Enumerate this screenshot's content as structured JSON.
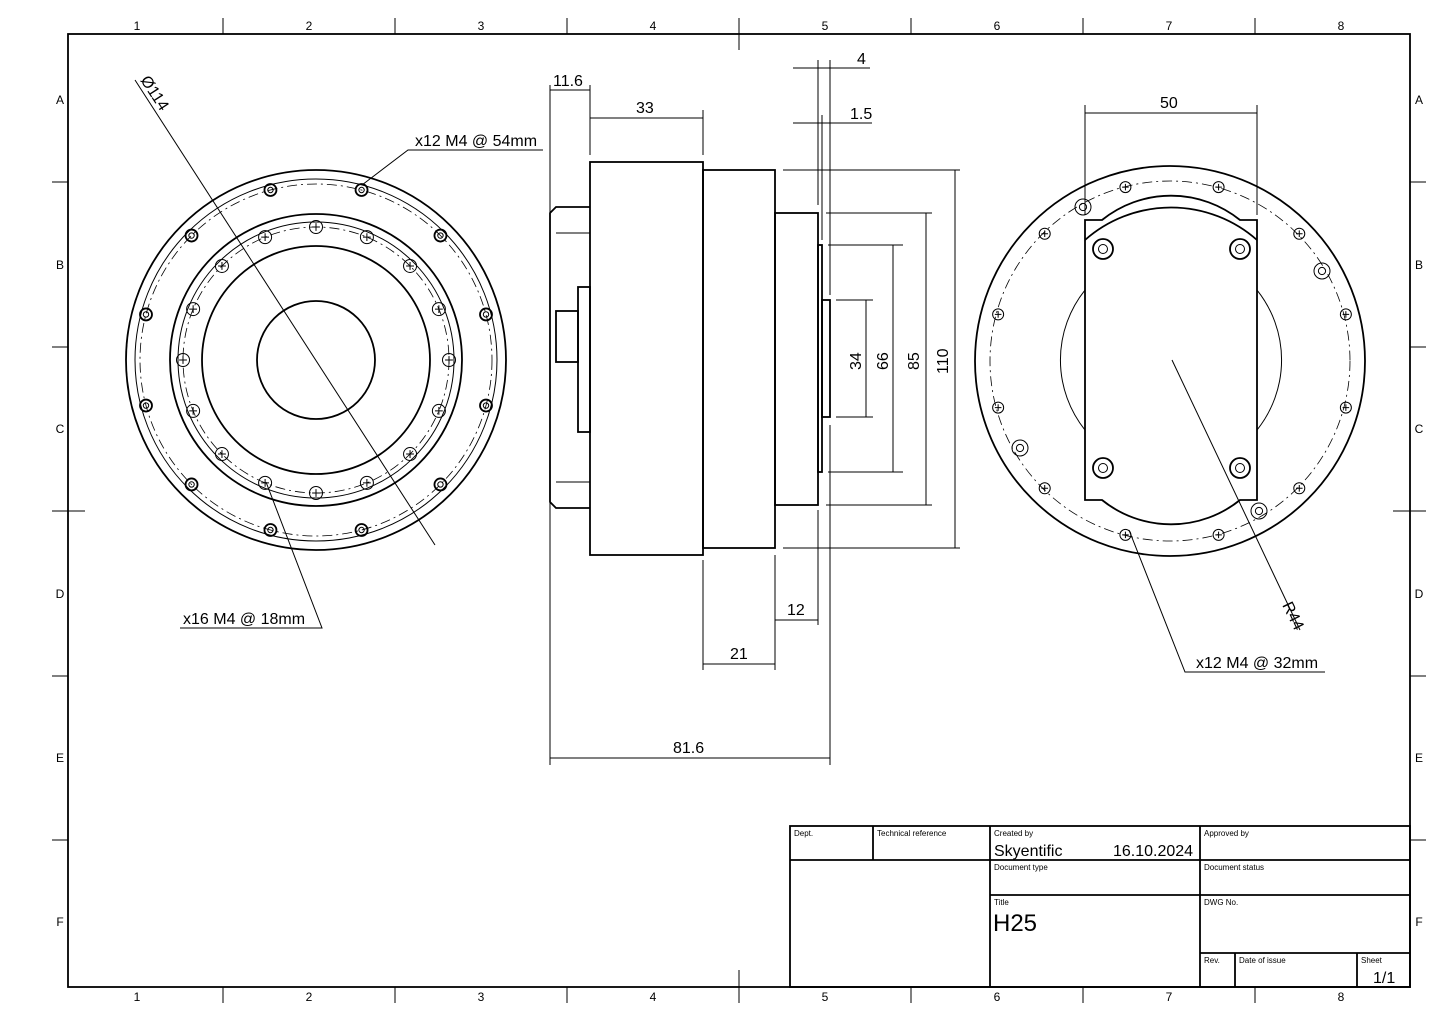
{
  "grid": {
    "columns": [
      "1",
      "2",
      "3",
      "4",
      "5",
      "6",
      "7",
      "8"
    ],
    "rows": [
      "A",
      "B",
      "C",
      "D",
      "E",
      "F"
    ]
  },
  "front_view": {
    "diameter": "Ø114",
    "outer_holes": "x12 M4 @ 54mm",
    "inner_holes": "x16 M4 @ 18mm"
  },
  "side_view": {
    "d1": "11.6",
    "d2": "33",
    "d3": "4",
    "d4": "1.5",
    "d5": "34",
    "d6": "66",
    "d7": "85",
    "d8": "110",
    "d9": "12",
    "d10": "21",
    "d11": "81.6"
  },
  "rear_view": {
    "width": "50",
    "radius": "R44",
    "holes": "x12 M4 @ 32mm"
  },
  "title_block": {
    "dept": "Dept.",
    "tech_ref": "Technical reference",
    "created_by_label": "Created by",
    "created_by": "Skyentific",
    "date": "16.10.2024",
    "approved_by": "Approved by",
    "doc_type": "Document type",
    "doc_status": "Document status",
    "title_label": "Title",
    "title": "H25",
    "dwg_no": "DWG No.",
    "rev": "Rev.",
    "date_of_issue": "Date of issue",
    "sheet_label": "Sheet",
    "sheet": "1/1"
  }
}
